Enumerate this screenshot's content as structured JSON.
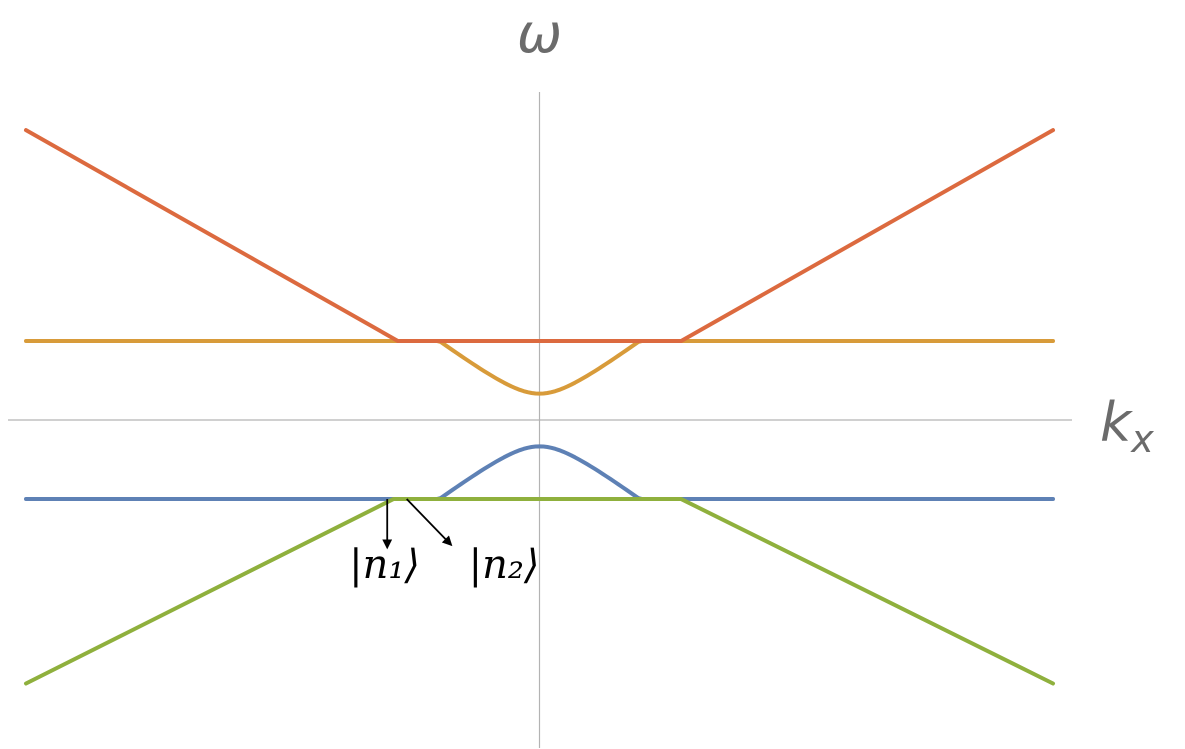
{
  "chart_data": {
    "type": "line",
    "title": "",
    "xlabel": "k_x",
    "ylabel": "ω",
    "xlim": [
      -5.8,
      5.8
    ],
    "ylim": [
      -3.7,
      3.7
    ],
    "grid": false,
    "axes_through_origin": true,
    "series": [
      {
        "key": "orange",
        "color": "#dc6a3f",
        "points": [
          [
            -5.8,
            3.3
          ],
          [
            -1.6,
            0.9
          ],
          [
            1.6,
            0.9
          ],
          [
            5.8,
            3.3
          ]
        ]
      },
      {
        "key": "gold",
        "color": "#d89b3a",
        "function": "sqrt",
        "params": {
          "a": 0.3,
          "s": 0.5625,
          "flat": 0.9
        },
        "xlim": [
          -5.8,
          5.8
        ]
      },
      {
        "key": "blue",
        "color": "#5e81b5",
        "function": "neg-sqrt",
        "params": {
          "a": 0.3,
          "s": 0.5625,
          "flat": -0.9
        },
        "xlim": [
          -5.8,
          5.8
        ]
      },
      {
        "key": "green",
        "color": "#8fb03d",
        "points": [
          [
            -5.8,
            -3.0
          ],
          [
            -1.65,
            -0.9
          ],
          [
            1.6,
            -0.9
          ],
          [
            5.8,
            -3.0
          ]
        ]
      }
    ],
    "annotations": [
      {
        "text": "|n₁⟩",
        "from": [
          -1.72,
          -0.9
        ],
        "to": [
          -1.72,
          -1.45
        ],
        "anchor": [
          -1.75,
          -1.8
        ]
      },
      {
        "text": "|n₂⟩",
        "from": [
          -1.5,
          -0.9
        ],
        "to": [
          -1.0,
          -1.42
        ],
        "anchor": [
          -0.4,
          -1.8
        ]
      }
    ]
  }
}
